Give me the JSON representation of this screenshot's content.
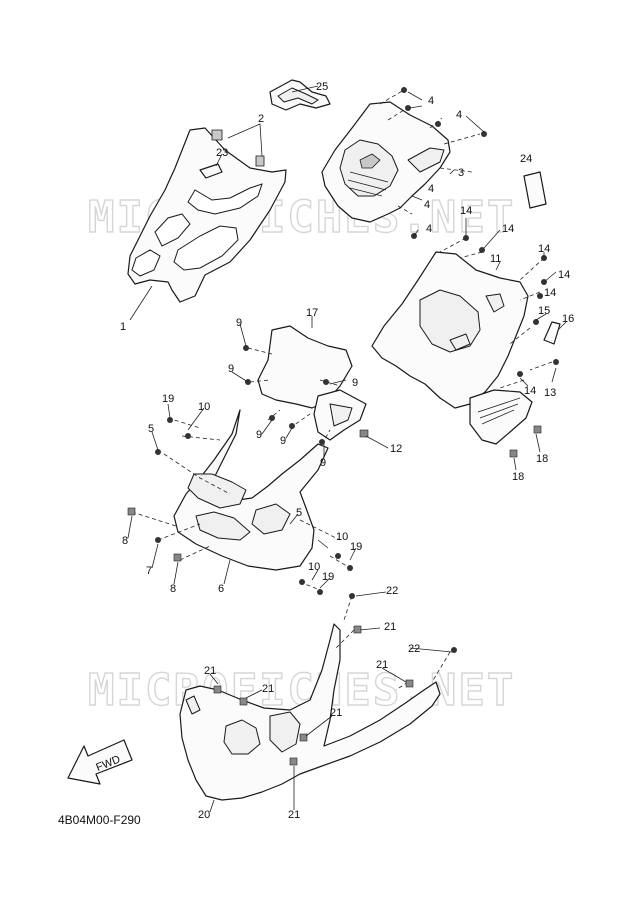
{
  "diagram_code": "4B04M00-F290",
  "watermark": "MICROFICHES.NET",
  "direction_label": "FWD",
  "callouts": {
    "c1": "1",
    "c2": "2",
    "c3": "3",
    "c4": "4",
    "c5": "5",
    "c6": "6",
    "c7": "7",
    "c8": "8",
    "c9": "9",
    "c10": "10",
    "c11": "11",
    "c12": "12",
    "c13": "13",
    "c14": "14",
    "c15": "15",
    "c16": "16",
    "c17": "17",
    "c18": "18",
    "c19": "19",
    "c20": "20",
    "c21": "21",
    "c22": "22",
    "c23": "23",
    "c24": "24",
    "c25": "25"
  }
}
